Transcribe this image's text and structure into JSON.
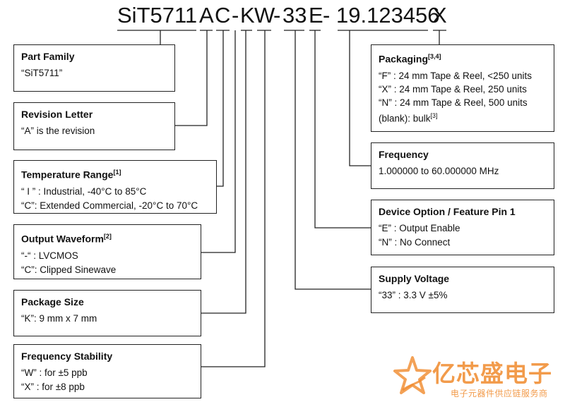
{
  "part_number": {
    "family": "SiT5711",
    "revision": "A",
    "temp": "C",
    "dash1": "-",
    "package": "K",
    "stability": "W",
    "dash2": "-",
    "voltage": "33",
    "option": "E",
    "dash3": "-",
    "frequency": "19.123456",
    "packaging": "X"
  },
  "boxes": {
    "part_family": {
      "title": "Part Family",
      "lines": [
        "“SiT5711”"
      ]
    },
    "revision_letter": {
      "title": "Revision Letter",
      "lines": [
        "“A” is the revision"
      ]
    },
    "temperature_range": {
      "title": "Temperature Range",
      "note": "[1]",
      "lines": [
        "“ I ” : Industrial, -40°C to 85°C",
        "“C”: Extended Commercial, -20°C to 70°C"
      ]
    },
    "output_waveform": {
      "title": "Output Waveform",
      "note": "[2]",
      "lines": [
        "“-“  :  LVCMOS",
        "“C”:  Clipped Sinewave"
      ]
    },
    "package_size": {
      "title": "Package Size",
      "lines": [
        "“K”: 9 mm x 7 mm"
      ]
    },
    "frequency_stability": {
      "title": "Frequency Stability",
      "lines": [
        "“W” : for ±5 ppb",
        "“X” : for ±8 ppb"
      ]
    },
    "packaging": {
      "title": "Packaging",
      "note": "[3,4]",
      "lines": [
        "“F” : 24 mm Tape & Reel, <250 units",
        "“X” : 24 mm Tape & Reel, 250 units",
        "“N” : 24 mm Tape & Reel, 500 units"
      ],
      "blank_line": "(blank): bulk",
      "blank_note": "[3]"
    },
    "frequency": {
      "title": "Frequency",
      "lines": [
        "1.000000 to 60.000000 MHz"
      ]
    },
    "device_option": {
      "title": "Device Option / Feature Pin 1",
      "lines": [
        "“E” : Output Enable",
        "“N” : No Connect"
      ]
    },
    "supply_voltage": {
      "title": "Supply Voltage",
      "lines": [
        "“33” : 3.3 V ±5%"
      ]
    }
  },
  "watermark": {
    "name": "亿芯盛电子",
    "tagline": "电子元器件供应链服务商"
  }
}
